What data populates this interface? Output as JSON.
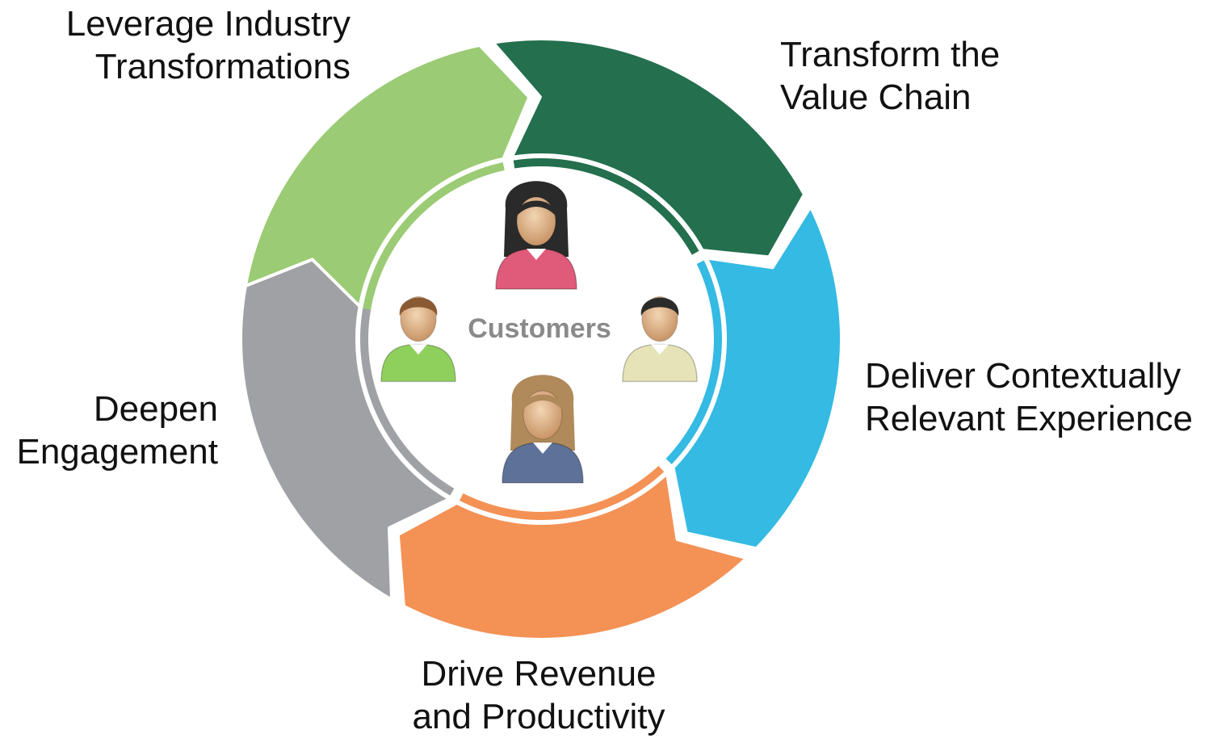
{
  "center": {
    "label": "Customers"
  },
  "segments": [
    {
      "id": "leverage",
      "lines": [
        "Leverage Industry",
        "Transformations"
      ],
      "color": "#9bcb74"
    },
    {
      "id": "transform",
      "lines": [
        "Transform the",
        "Value Chain"
      ],
      "color": "#236f4e"
    },
    {
      "id": "deliver",
      "lines": [
        "Deliver Contextually",
        "Relevant Experience"
      ],
      "color": "#34bae3"
    },
    {
      "id": "drive",
      "lines": [
        "Drive Revenue",
        "and Productivity"
      ],
      "color": "#f49155"
    },
    {
      "id": "deepen",
      "lines": [
        "Deepen",
        "Engagement"
      ],
      "color": "#a0a1a5"
    }
  ],
  "people": [
    {
      "name": "woman-dark-hair",
      "shirt": "#e05a7a",
      "hair": "#2a2a2a"
    },
    {
      "name": "man-brown-hair",
      "shirt": "#8fd05c",
      "hair": "#8a5a32"
    },
    {
      "name": "man-black-hair",
      "shirt": "#e6e3b8",
      "hair": "#2b2b2b"
    },
    {
      "name": "woman-blonde-hair",
      "shirt": "#5e7199",
      "hair": "#b08a5a"
    }
  ]
}
